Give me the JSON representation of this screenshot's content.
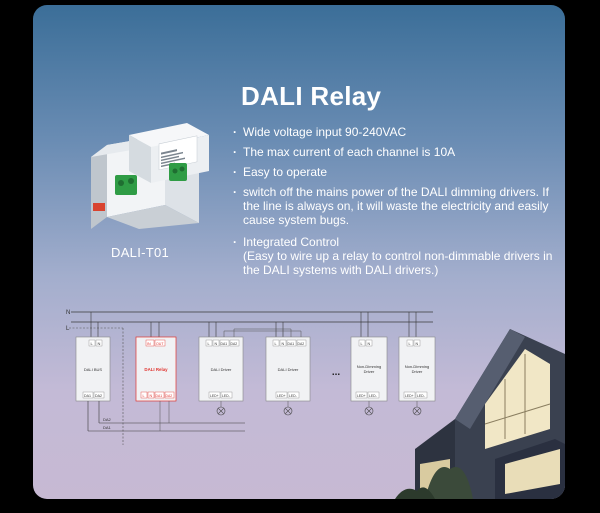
{
  "product": {
    "title": "DALI Relay",
    "model": "DALI-T01",
    "features": [
      "Wide voltage input 90-240VAC",
      "The max current of each channel is 10A",
      "Easy to operate",
      "switch off the mains power of the DALI dimming drivers. If the line is always on, it will waste the electricity and easily cause system bugs.",
      "Integrated Control\n(Easy to wire up a relay to control non-dimmable drivers in the DALI systems with DALI drivers.)"
    ]
  },
  "diagram": {
    "line_n": "N",
    "line_l": "L",
    "terminal_l": "L",
    "terminal_n": "N",
    "bus_da1": "DA1",
    "bus_da2": "DA2",
    "da_plus": "DA+",
    "da_minus": "DA-",
    "relay_in": "IN",
    "relay_out": "OUT",
    "led_plus": "LED+",
    "led_minus": "LED-",
    "ellipsis": "...",
    "modules": [
      {
        "name": "DALI BUS"
      },
      {
        "name": "DALI Relay"
      },
      {
        "name": "DALI Driver"
      },
      {
        "name": "DALI Driver"
      },
      {
        "name": "Non-Dimming Driver"
      },
      {
        "name": "Non-Dimming Driver"
      }
    ]
  },
  "colors": {
    "relay_accent": "#e0342f",
    "terminal_green": "#2f9c45",
    "wire": "#3a3a3a"
  },
  "icons": {
    "device": "din-rail-relay-device",
    "lamp": "lamp-icon",
    "house": "modern-house-illustration"
  }
}
